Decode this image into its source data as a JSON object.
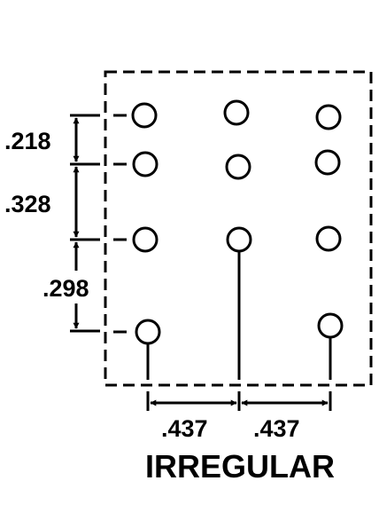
{
  "diagram": {
    "caption": "IRREGULAR",
    "vertical_dimensions": [
      ".218",
      ".328",
      ".298"
    ],
    "horizontal_dimensions": [
      ".437",
      ".437"
    ],
    "hole_rows": [
      {
        "label": "row-1",
        "holes": 3
      },
      {
        "label": "row-2",
        "holes": 3
      },
      {
        "label": "row-3",
        "holes": 3
      },
      {
        "label": "row-4",
        "holes": 2
      }
    ],
    "line_color": "#000000",
    "background_color": "#ffffff"
  }
}
